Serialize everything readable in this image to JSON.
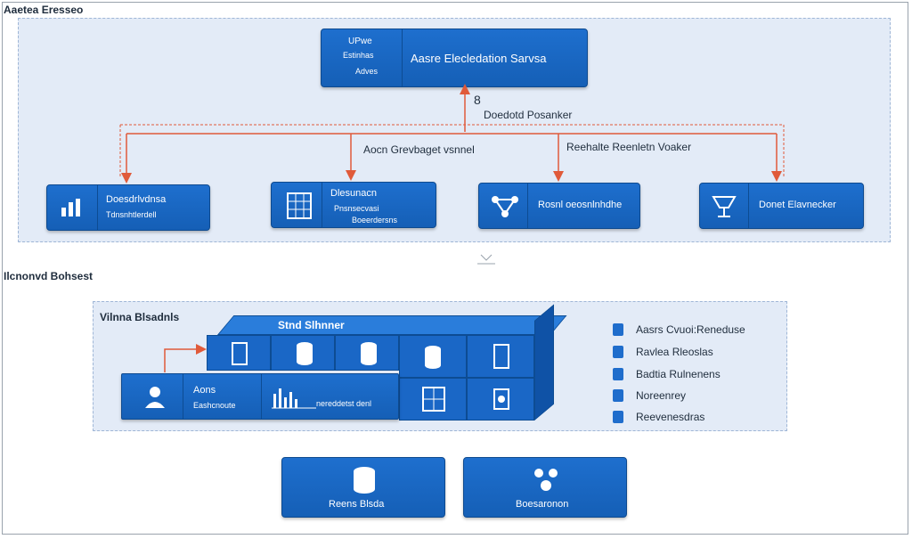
{
  "top_section": {
    "title": "Aaetea Eresseo",
    "central_service": {
      "icon_label": "UPwe",
      "icon_sub1": "Estinhas",
      "icon_sub2": "Adves",
      "label": "Aasre Elecledation Sarvsa"
    },
    "arrow_number": "8",
    "bus_label": "Doedotd Posanker",
    "connector_left": "Aocn Grevbaget vsnnel",
    "connector_right": "Reehalte Reenletn Voaker",
    "nodes": [
      {
        "label": "Doesdrlvdnsa",
        "sub": "Tdnsnhtlerdell",
        "icon": "chart-icon"
      },
      {
        "label": "Dlesunacn",
        "sub": "Pnsnsecvasi",
        "sub2": "Boeerdersns",
        "icon": "grid-icon"
      },
      {
        "label": "Rosnl oeosnlnhdhe",
        "icon": "network-icon"
      },
      {
        "label": "Donet Elavnecker",
        "icon": "cup-icon"
      }
    ]
  },
  "bottom_section": {
    "title": "Ilcnonvd Bohsest",
    "panel_title": "Vilnna Blsadnls",
    "cube_title": "Stnd Slhnner",
    "agent": {
      "label": "Aons",
      "sub": "Eashcnoute"
    },
    "chart_label": "nereddetst denl",
    "legend": [
      "Aasrs Cvuoi:Reneduse",
      "Ravlea Rleoslas",
      "Badtia Rulnenens",
      "Noreenrey",
      "Reevenesdras"
    ]
  },
  "bottom_boxes": [
    {
      "label": "Reens Blsda",
      "icon": "database-icon"
    },
    {
      "label": "Boesaronon",
      "icon": "cluster-icon"
    }
  ],
  "colors": {
    "box_blue": "#1a67c6",
    "panel_bg": "#e3ebf7",
    "arrow_red": "#e05a3a"
  }
}
